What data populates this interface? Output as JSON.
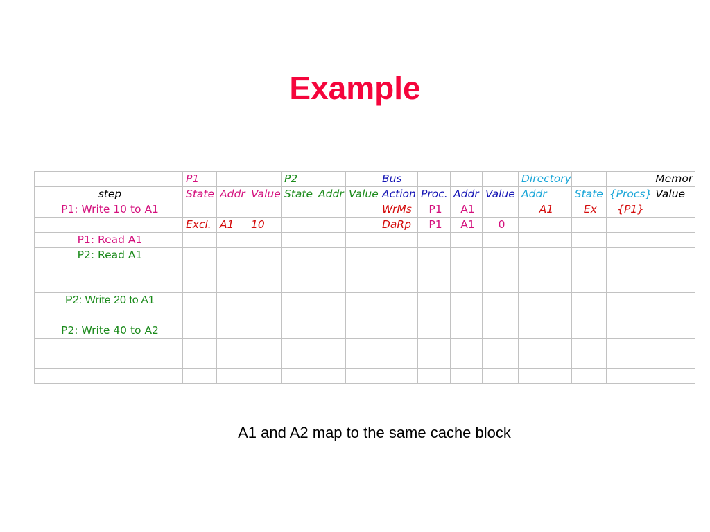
{
  "title": "Example",
  "colors": {
    "title": "#f5053c",
    "p1": "#d4107d",
    "p2": "#1b8a1b",
    "bus": "#1414b4",
    "directory": "#1aa6d8",
    "memory": "#000000",
    "action_red": "#d40b0b"
  },
  "table": {
    "group_header": [
      "",
      "P1",
      "",
      "",
      "P2",
      "",
      "",
      "Bus",
      "",
      "",
      "",
      "Directory",
      "",
      "",
      "Memor"
    ],
    "sub_header": [
      "step",
      "State",
      "Addr",
      "Value",
      "State",
      "Addr",
      "Value",
      "Action",
      "Proc.",
      "Addr",
      "Value",
      "Addr",
      "State",
      "{Procs}",
      "Value"
    ],
    "rows": [
      [
        "P1: Write 10 to A1",
        "",
        "",
        "",
        "",
        "",
        "",
        "WrMs",
        "P1",
        "A1",
        "",
        "A1",
        "Ex",
        "{P1}",
        ""
      ],
      [
        "",
        "Excl.",
        "A1",
        "10",
        "",
        "",
        "",
        "DaRp",
        "P1",
        "A1",
        "0",
        "",
        "",
        "",
        ""
      ],
      [
        "P1: Read A1",
        "",
        "",
        "",
        "",
        "",
        "",
        "",
        "",
        "",
        "",
        "",
        "",
        "",
        ""
      ],
      [
        "P2: Read A1",
        "",
        "",
        "",
        "",
        "",
        "",
        "",
        "",
        "",
        "",
        "",
        "",
        "",
        ""
      ],
      [
        "",
        "",
        "",
        "",
        "",
        "",
        "",
        "",
        "",
        "",
        "",
        "",
        "",
        "",
        ""
      ],
      [
        "",
        "",
        "",
        "",
        "",
        "",
        "",
        "",
        "",
        "",
        "",
        "",
        "",
        "",
        ""
      ],
      [
        "P2: Write 20 to A1",
        "",
        "",
        "",
        "",
        "",
        "",
        "",
        "",
        "",
        "",
        "",
        "",
        "",
        ""
      ],
      [
        "",
        "",
        "",
        "",
        "",
        "",
        "",
        "",
        "",
        "",
        "",
        "",
        "",
        "",
        ""
      ],
      [
        "P2: Write 40 to A2",
        "",
        "",
        "",
        "",
        "",
        "",
        "",
        "",
        "",
        "",
        "",
        "",
        "",
        ""
      ],
      [
        "",
        "",
        "",
        "",
        "",
        "",
        "",
        "",
        "",
        "",
        "",
        "",
        "",
        "",
        ""
      ],
      [
        "",
        "",
        "",
        "",
        "",
        "",
        "",
        "",
        "",
        "",
        "",
        "",
        "",
        "",
        ""
      ],
      [
        "",
        "",
        "",
        "",
        "",
        "",
        "",
        "",
        "",
        "",
        "",
        "",
        "",
        "",
        ""
      ]
    ]
  },
  "footnote": "A1 and A2 map to the same cache block"
}
